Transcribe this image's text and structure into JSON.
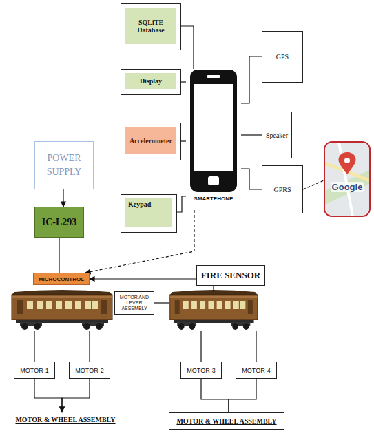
{
  "diagram": {
    "nodes": [
      {
        "text": [
          "SQLiTE Database"
        ]
      },
      {
        "text": [
          "GPS"
        ]
      },
      {
        "text": [
          "Display"
        ]
      },
      {
        "text": [
          "SMARTPHONE"
        ]
      },
      {
        "text": [
          "Accelerometer"
        ]
      },
      {
        "text": [
          "Speaker"
        ]
      },
      {
        "text": [
          "POWER SUPPLY"
        ]
      },
      {
        "text": [
          "GPRS"
        ]
      },
      {
        "text": [
          "Google"
        ]
      },
      {
        "text": [
          "Keypad"
        ]
      },
      {
        "text": [
          "IC-L293"
        ]
      },
      {
        "text": [
          "FIRE SENSOR"
        ]
      },
      {
        "text": [
          "MICROCONTROL"
        ]
      },
      {
        "text": [
          "MOTOR AND LEVER ASSEMBLY"
        ]
      },
      {
        "text": [
          "MOTOR-1"
        ]
      },
      {
        "text": [
          "MOTOR-2"
        ]
      },
      {
        "text": [
          "MOTOR-3"
        ]
      },
      {
        "text": [
          "MOTOR-4"
        ]
      },
      {
        "text": [
          "MOTOR & WHEEL ASSEMBLY"
        ]
      },
      {
        "text": [
          "MOTOR & WHEEL ASSEMBLY"
        ]
      }
    ],
    "edges": [
      {
        "from": 0,
        "to": 3,
        "arrow": "none"
      },
      {
        "from": 2,
        "to": 3,
        "arrow": "none"
      },
      {
        "from": 4,
        "to": 3,
        "arrow": "none"
      },
      {
        "from": 9,
        "to": 3,
        "arrow": "none"
      },
      {
        "from": 3,
        "to": 1,
        "arrow": "none"
      },
      {
        "from": 3,
        "to": 5,
        "arrow": "none"
      },
      {
        "from": 3,
        "to": 7,
        "arrow": "none"
      },
      {
        "from": 7,
        "to": 8,
        "arrow": "none"
      },
      {
        "from": 3,
        "to": 12,
        "arrow": "to"
      },
      {
        "from": 6,
        "to": 10,
        "arrow": "to"
      },
      {
        "from": 10,
        "to": 12,
        "arrow": "none"
      },
      {
        "from": 11,
        "to": 12,
        "arrow": "to"
      },
      {
        "from": 14,
        "to": 18,
        "arrow": "to"
      },
      {
        "from": 15,
        "to": 18,
        "arrow": "to"
      },
      {
        "from": 16,
        "to": 19,
        "arrow": "none"
      },
      {
        "from": 17,
        "to": 19,
        "arrow": "none"
      }
    ]
  }
}
